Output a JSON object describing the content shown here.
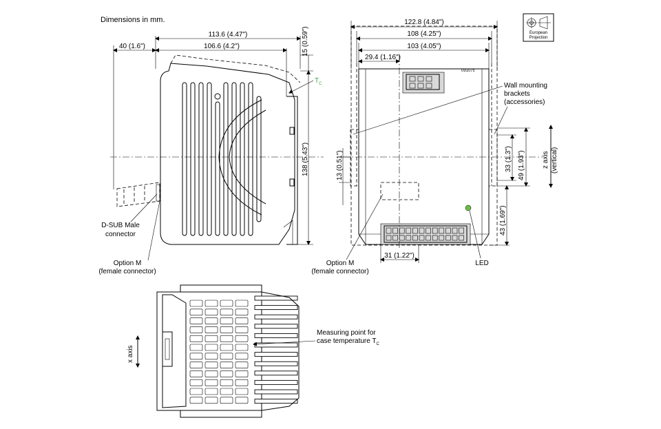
{
  "title": "Dimensions in mm.",
  "projection": {
    "line1": "European",
    "line2": "Projection"
  },
  "ref_code": "09107c",
  "dims": {
    "d_113_6": "113.6 (4.47\")",
    "d_106_6": "106.6 (4.2\")",
    "d_40": "40 (1.6\")",
    "d_15": "15 (0.59\")",
    "d_138": "138 (5.43\")",
    "d_122_8": "122.8 (4.84\")",
    "d_108": "108 (4.25\")",
    "d_103": "103 (4.05\")",
    "d_29_4": "29.4 (1.16\")",
    "d_13": "13 (0.51\")",
    "d_33": "33 (1.3\")",
    "d_49": "49 (1.93\")",
    "d_43": "43 (1.69\")",
    "d_31": "31 (1.22\")"
  },
  "labels": {
    "tc": "T",
    "tc_sub": "C",
    "dsub_1": "D-SUB Male",
    "dsub_2": "connector",
    "optm_left_1": "Option M",
    "optm_left_2": "(female connector)",
    "optm_mid_1": "Option M",
    "optm_mid_2": "(female connector)",
    "wall_1": "Wall mounting",
    "wall_2": "brackets",
    "wall_3": "(accessories)",
    "led": "LED",
    "z_axis_1": "z axis",
    "z_axis_2": "(vertical)",
    "x_axis": "x axis",
    "meas_1": "Measuring point for",
    "meas_2": "case temperature T",
    "meas_sub": "C"
  },
  "colors": {
    "led": "#6abf45",
    "tc_label": "#3aa63a"
  }
}
